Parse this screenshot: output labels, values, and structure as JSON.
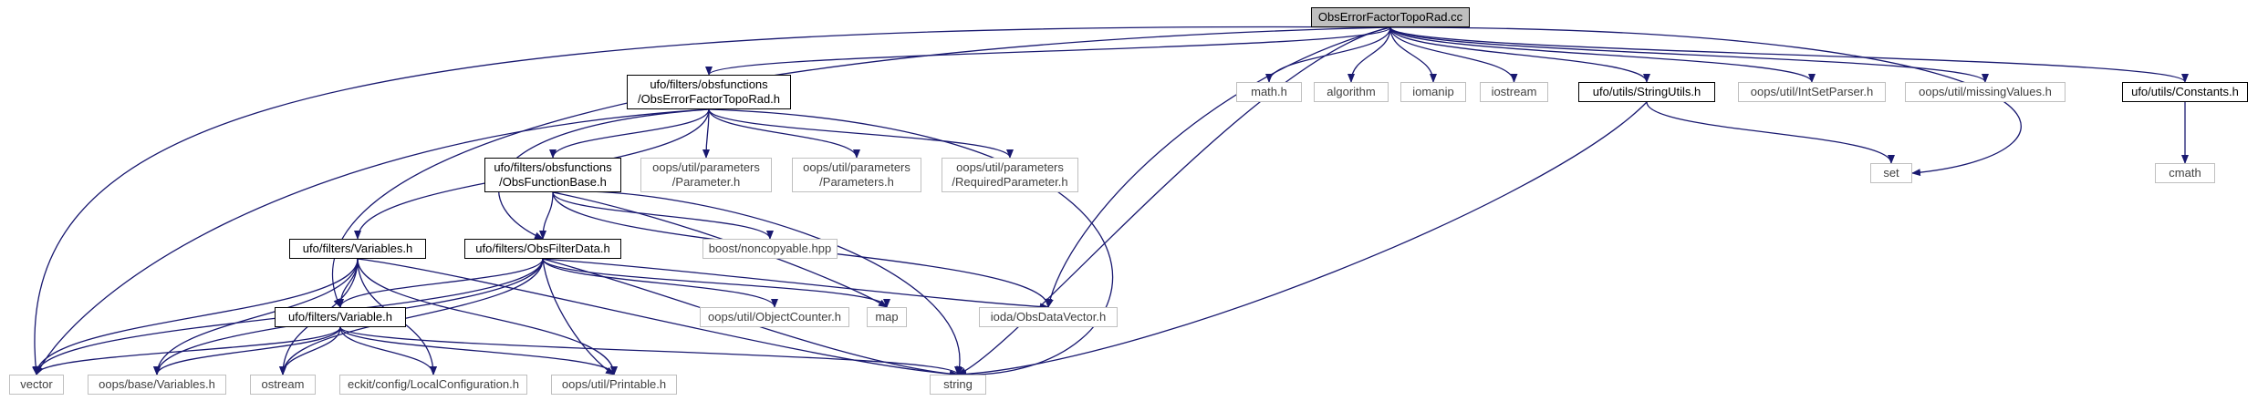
{
  "colors": {
    "edge": "#191970",
    "root_fill": "#bfbfbf",
    "local_border": "#000000",
    "external_border": "#bfbfbf"
  },
  "nodes": [
    {
      "id": "root",
      "kind": "root",
      "lines": [
        "ObsErrorFactorTopoRad.cc"
      ]
    },
    {
      "id": "obserrtopohdr",
      "kind": "local",
      "lines": [
        "ufo/filters/obsfunctions",
        "/ObsErrorFactorTopoRad.h"
      ]
    },
    {
      "id": "math",
      "kind": "external",
      "lines": [
        "math.h"
      ]
    },
    {
      "id": "algorithm",
      "kind": "external",
      "lines": [
        "algorithm"
      ]
    },
    {
      "id": "iomanip",
      "kind": "external",
      "lines": [
        "iomanip"
      ]
    },
    {
      "id": "iostream",
      "kind": "external",
      "lines": [
        "iostream"
      ]
    },
    {
      "id": "stringutils",
      "kind": "local",
      "lines": [
        "ufo/utils/StringUtils.h"
      ]
    },
    {
      "id": "intsetparser",
      "kind": "external",
      "lines": [
        "oops/util/IntSetParser.h"
      ]
    },
    {
      "id": "missingvalues",
      "kind": "external",
      "lines": [
        "oops/util/missingValues.h"
      ]
    },
    {
      "id": "constants",
      "kind": "local",
      "lines": [
        "ufo/utils/Constants.h"
      ]
    },
    {
      "id": "cmath",
      "kind": "external",
      "lines": [
        "cmath"
      ]
    },
    {
      "id": "set",
      "kind": "external",
      "lines": [
        "set"
      ]
    },
    {
      "id": "obsfunctionbase",
      "kind": "local",
      "lines": [
        "ufo/filters/obsfunctions",
        "/ObsFunctionBase.h"
      ]
    },
    {
      "id": "parameter",
      "kind": "external",
      "lines": [
        "oops/util/parameters",
        "/Parameter.h"
      ]
    },
    {
      "id": "parameters",
      "kind": "external",
      "lines": [
        "oops/util/parameters",
        "/Parameters.h"
      ]
    },
    {
      "id": "requiredparameter",
      "kind": "external",
      "lines": [
        "oops/util/parameters",
        "/RequiredParameter.h"
      ]
    },
    {
      "id": "variables",
      "kind": "local",
      "lines": [
        "ufo/filters/Variables.h"
      ]
    },
    {
      "id": "obsfilterdata",
      "kind": "local",
      "lines": [
        "ufo/filters/ObsFilterData.h"
      ]
    },
    {
      "id": "noncopyable",
      "kind": "external",
      "lines": [
        "boost/noncopyable.hpp"
      ]
    },
    {
      "id": "objectcounter",
      "kind": "external",
      "lines": [
        "oops/util/ObjectCounter.h"
      ]
    },
    {
      "id": "map",
      "kind": "external",
      "lines": [
        "map"
      ]
    },
    {
      "id": "obsdatavector",
      "kind": "external",
      "lines": [
        "ioda/ObsDataVector.h"
      ]
    },
    {
      "id": "variable",
      "kind": "local",
      "lines": [
        "ufo/filters/Variable.h"
      ]
    },
    {
      "id": "vector",
      "kind": "external",
      "lines": [
        "vector"
      ]
    },
    {
      "id": "oopsvariables",
      "kind": "external",
      "lines": [
        "oops/base/Variables.h"
      ]
    },
    {
      "id": "ostream",
      "kind": "external",
      "lines": [
        "ostream"
      ]
    },
    {
      "id": "localconfig",
      "kind": "external",
      "lines": [
        "eckit/config/LocalConfiguration.h"
      ]
    },
    {
      "id": "printable",
      "kind": "external",
      "lines": [
        "oops/util/Printable.h"
      ]
    },
    {
      "id": "string",
      "kind": "external",
      "lines": [
        "string"
      ]
    }
  ],
  "edges": [
    [
      "root",
      "obserrtopohdr"
    ],
    [
      "root",
      "math"
    ],
    [
      "root",
      "algorithm"
    ],
    [
      "root",
      "iomanip"
    ],
    [
      "root",
      "iostream"
    ],
    [
      "root",
      "stringutils"
    ],
    [
      "root",
      "intsetparser"
    ],
    [
      "root",
      "missingvalues"
    ],
    [
      "root",
      "constants"
    ],
    [
      "root",
      "set"
    ],
    [
      "root",
      "vector"
    ],
    [
      "root",
      "variable"
    ],
    [
      "root",
      "obsdatavector"
    ],
    [
      "root",
      "string"
    ],
    [
      "constants",
      "cmath"
    ],
    [
      "stringutils",
      "set"
    ],
    [
      "stringutils",
      "string"
    ],
    [
      "obserrtopohdr",
      "obsfunctionbase"
    ],
    [
      "obserrtopohdr",
      "parameter"
    ],
    [
      "obserrtopohdr",
      "parameters"
    ],
    [
      "obserrtopohdr",
      "requiredparameter"
    ],
    [
      "obserrtopohdr",
      "variables"
    ],
    [
      "obserrtopohdr",
      "obsfilterdata"
    ],
    [
      "obserrtopohdr",
      "vector"
    ],
    [
      "obserrtopohdr",
      "string"
    ],
    [
      "obsfunctionbase",
      "obsfilterdata"
    ],
    [
      "obsfunctionbase",
      "noncopyable"
    ],
    [
      "obsfunctionbase",
      "map"
    ],
    [
      "obsfunctionbase",
      "obsdatavector"
    ],
    [
      "obsfunctionbase",
      "string"
    ],
    [
      "variables",
      "variable"
    ],
    [
      "variables",
      "vector"
    ],
    [
      "variables",
      "oopsvariables"
    ],
    [
      "variables",
      "ostream"
    ],
    [
      "variables",
      "localconfig"
    ],
    [
      "variables",
      "printable"
    ],
    [
      "variables",
      "string"
    ],
    [
      "obsfilterdata",
      "variable"
    ],
    [
      "obsfilterdata",
      "objectcounter"
    ],
    [
      "obsfilterdata",
      "map"
    ],
    [
      "obsfilterdata",
      "obsdatavector"
    ],
    [
      "obsfilterdata",
      "vector"
    ],
    [
      "obsfilterdata",
      "oopsvariables"
    ],
    [
      "obsfilterdata",
      "ostream"
    ],
    [
      "obsfilterdata",
      "printable"
    ],
    [
      "obsfilterdata",
      "string"
    ],
    [
      "variable",
      "vector"
    ],
    [
      "variable",
      "oopsvariables"
    ],
    [
      "variable",
      "ostream"
    ],
    [
      "variable",
      "localconfig"
    ],
    [
      "variable",
      "printable"
    ],
    [
      "variable",
      "string"
    ]
  ]
}
